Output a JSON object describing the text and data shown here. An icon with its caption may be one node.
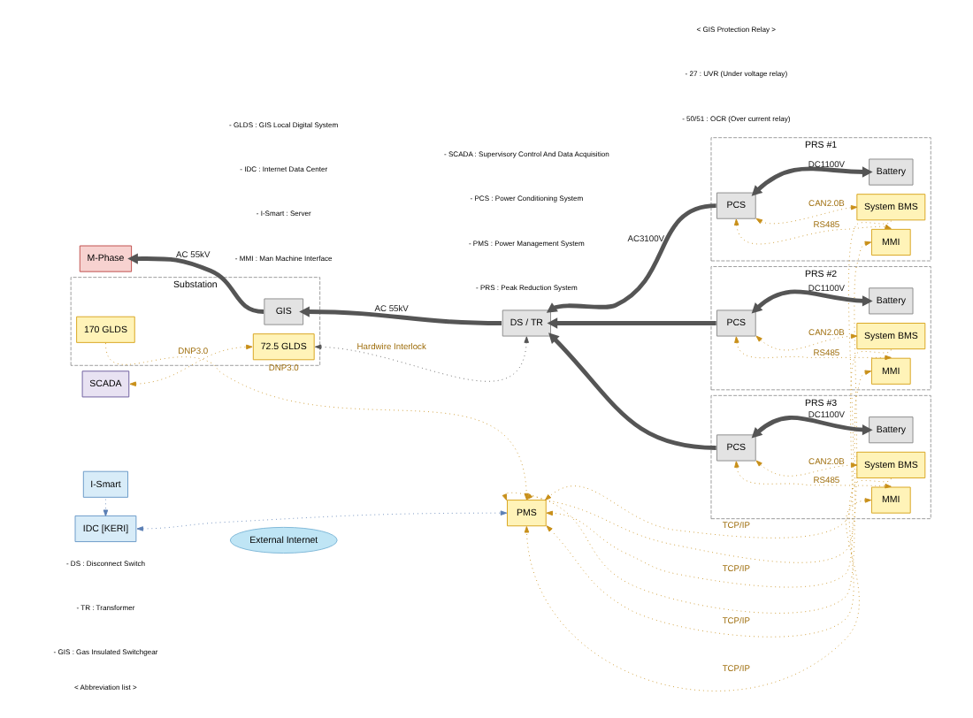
{
  "diagram": {
    "nodes": [
      {
        "text": [
          "M-Phase"
        ]
      },
      {
        "text": [
          "SCADA"
        ]
      },
      {
        "text": [
          "Substation"
        ]
      },
      {
        "text": [
          "GIS"
        ],
        "in": 2
      },
      {
        "text": [
          "72.5 GLDS"
        ],
        "in": 2
      },
      {
        "text": [
          "170 GLDS"
        ],
        "in": 2
      },
      {
        "text": [
          "DS / TR"
        ]
      },
      {
        "text": [
          "PRS #1"
        ]
      },
      {
        "text": [
          "PCS"
        ],
        "in": 7
      },
      {
        "text": [
          "Battery"
        ],
        "in": 7
      },
      {
        "text": [
          "System BMS"
        ],
        "in": 7
      },
      {
        "text": [
          "MMI"
        ],
        "in": 7
      },
      {
        "text": [
          "PRS #2"
        ]
      },
      {
        "text": [
          "PCS"
        ],
        "in": 12
      },
      {
        "text": [
          "Battery"
        ],
        "in": 12
      },
      {
        "text": [
          "System BMS"
        ],
        "in": 12
      },
      {
        "text": [
          "MMI"
        ],
        "in": 12
      },
      {
        "text": [
          "PRS #3"
        ]
      },
      {
        "text": [
          "PCS"
        ],
        "in": 17
      },
      {
        "text": [
          "Battery"
        ],
        "in": 17
      },
      {
        "text": [
          "System BMS"
        ],
        "in": 17
      },
      {
        "text": [
          "MMI"
        ],
        "in": 17
      },
      {
        "text": [
          "I-Smart"
        ]
      },
      {
        "text": [
          "IDC [KERI]"
        ]
      },
      {
        "text": [
          "External Internet"
        ]
      },
      {
        "text": [
          "PMS"
        ]
      }
    ],
    "edges": [
      {
        "from": 3,
        "to": 0,
        "arrow": "to",
        "label": "AC 55kV",
        "style": "thick",
        "color": "#555555"
      },
      {
        "from": 6,
        "to": 3,
        "arrow": "to",
        "label": "AC 55kV",
        "style": "thick",
        "color": "#555555"
      },
      {
        "from": 4,
        "to": 1,
        "arrow": "both",
        "label": "DNP3.0",
        "style": "dashed"
      },
      {
        "from": 6,
        "to": 4,
        "arrow": "both",
        "label": "Hardwire Interlock",
        "style": "dashed",
        "color": "#555555"
      },
      {
        "from": 8,
        "to": 6,
        "arrow": "to",
        "label": "AC3100V",
        "style": "thick",
        "color": "#555555"
      },
      {
        "from": 13,
        "to": 6,
        "arrow": "to",
        "style": "thick",
        "color": "#555555"
      },
      {
        "from": 18,
        "to": 6,
        "arrow": "to",
        "style": "thick",
        "color": "#555555"
      },
      {
        "from": 8,
        "to": 9,
        "arrow": "both",
        "label": "DC1100V",
        "style": "thick",
        "color": "#555555"
      },
      {
        "from": 8,
        "to": 10,
        "arrow": "both",
        "label": "CAN2.0B",
        "style": "dashed"
      },
      {
        "from": 8,
        "to": 11,
        "arrow": "both",
        "label": "RS485",
        "style": "dashed"
      },
      {
        "from": 10,
        "to": 25,
        "arrow": "to",
        "label": "TCP/IP",
        "style": "dashed"
      },
      {
        "from": 11,
        "to": 25,
        "arrow": "both",
        "style": "dashed"
      },
      {
        "from": 13,
        "to": 14,
        "arrow": "both",
        "label": "DC1100V",
        "style": "thick",
        "color": "#555555"
      },
      {
        "from": 13,
        "to": 15,
        "arrow": "both",
        "label": "CAN2.0B",
        "style": "dashed"
      },
      {
        "from": 13,
        "to": 16,
        "arrow": "both",
        "label": "RS485",
        "style": "dashed"
      },
      {
        "from": 15,
        "to": 25,
        "arrow": "to",
        "label": "TCP/IP",
        "style": "dashed"
      },
      {
        "from": 16,
        "to": 25,
        "arrow": "both",
        "style": "dashed"
      },
      {
        "from": 18,
        "to": 19,
        "arrow": "both",
        "label": "DC1100V",
        "style": "thick",
        "color": "#555555"
      },
      {
        "from": 18,
        "to": 20,
        "arrow": "both",
        "label": "CAN2.0B",
        "style": "dashed"
      },
      {
        "from": 18,
        "to": 21,
        "arrow": "both",
        "label": "RS485",
        "style": "dashed"
      },
      {
        "from": 20,
        "to": 25,
        "arrow": "to",
        "label": "TCP/IP",
        "style": "dashed"
      },
      {
        "from": 21,
        "to": 25,
        "arrow": "both",
        "label": "TCP/IP",
        "style": "dashed"
      },
      {
        "from": 5,
        "to": 25,
        "arrow": "to",
        "label": "DNP3.0",
        "style": "dashed"
      },
      {
        "from": 22,
        "to": 23,
        "arrow": "to",
        "style": "dashed",
        "color": "#5b7fb5"
      },
      {
        "from": 25,
        "to": 23,
        "arrow": "both",
        "style": "dashed",
        "color": "#5b7fb5"
      }
    ],
    "labels": [
      "< GIS Protection Relay >",
      "- 27 : UVR (Under voltage relay)",
      "- 50/51 : OCR (Over current relay)",
      "< Abbreviation list >",
      "- GLDS : GIS Local Digital System",
      "- SCADA : Supervisory Control And Data Acquisition",
      "- DS : Disconnect Switch",
      "- IDC : Internet Data Center",
      "- PCS : Power Conditioning System",
      "- TR : Transformer",
      "- I-Smart : Server",
      "- PMS : Power Management System",
      "- GIS : Gas Insulated Switchgear",
      "- MMI : Man Machine Interface",
      "- PRS : Peak Reduction System"
    ]
  }
}
